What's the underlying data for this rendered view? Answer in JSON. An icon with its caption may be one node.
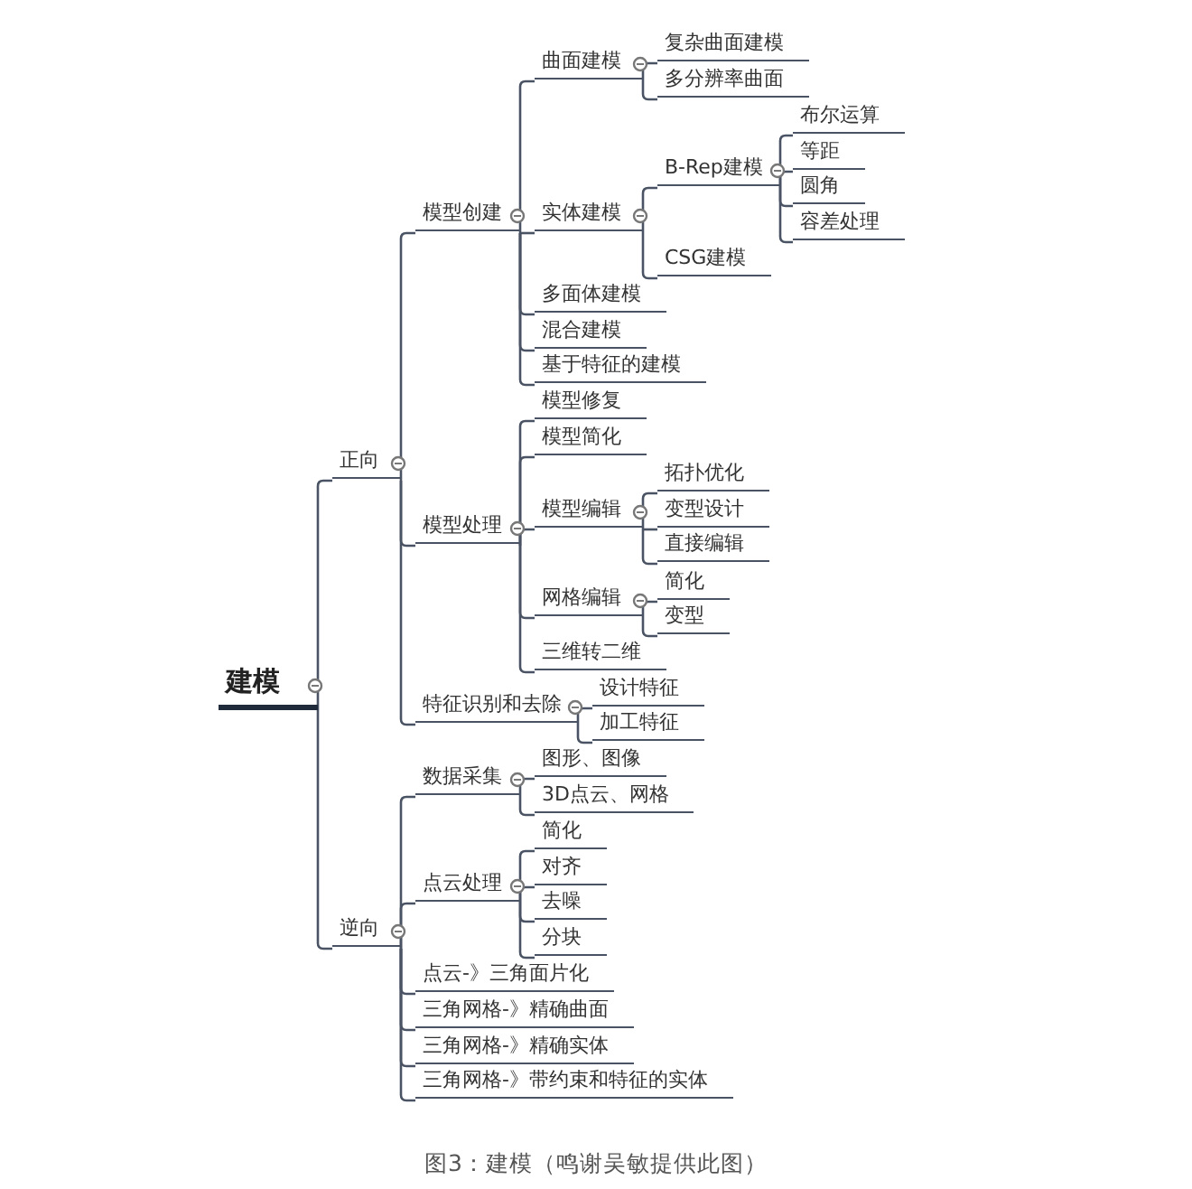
{
  "diagram": {
    "caption": "图3：建模（鸣谢吴敏提供此图）",
    "nodes": [
      {
        "text": [
          "建模"
        ]
      },
      {
        "text": [
          "正向"
        ]
      },
      {
        "text": [
          "模型创建"
        ]
      },
      {
        "text": [
          "曲面建模"
        ]
      },
      {
        "text": [
          "复杂曲面建模"
        ]
      },
      {
        "text": [
          "多分辨率曲面"
        ]
      },
      {
        "text": [
          "实体建模"
        ]
      },
      {
        "text": [
          "B-Rep建模"
        ]
      },
      {
        "text": [
          "布尔运算"
        ]
      },
      {
        "text": [
          "等距"
        ]
      },
      {
        "text": [
          "圆角"
        ]
      },
      {
        "text": [
          "容差处理"
        ]
      },
      {
        "text": [
          "CSG建模"
        ]
      },
      {
        "text": [
          "多面体建模"
        ]
      },
      {
        "text": [
          "混合建模"
        ]
      },
      {
        "text": [
          "基于特征的建模"
        ]
      },
      {
        "text": [
          "模型处理"
        ]
      },
      {
        "text": [
          "模型修复"
        ]
      },
      {
        "text": [
          "模型简化"
        ]
      },
      {
        "text": [
          "模型编辑"
        ]
      },
      {
        "text": [
          "拓扑优化"
        ]
      },
      {
        "text": [
          "变型设计"
        ]
      },
      {
        "text": [
          "直接编辑"
        ]
      },
      {
        "text": [
          "网格编辑"
        ]
      },
      {
        "text": [
          "简化"
        ]
      },
      {
        "text": [
          "变型"
        ]
      },
      {
        "text": [
          "三维转二维"
        ]
      },
      {
        "text": [
          "特征识别和去除"
        ]
      },
      {
        "text": [
          "设计特征"
        ]
      },
      {
        "text": [
          "加工特征"
        ]
      },
      {
        "text": [
          "逆向"
        ]
      },
      {
        "text": [
          "数据采集"
        ]
      },
      {
        "text": [
          "图形、图像"
        ]
      },
      {
        "text": [
          "3D点云、网格"
        ]
      },
      {
        "text": [
          "点云处理"
        ]
      },
      {
        "text": [
          "简化"
        ]
      },
      {
        "text": [
          "对齐"
        ]
      },
      {
        "text": [
          "去噪"
        ]
      },
      {
        "text": [
          "分块"
        ]
      },
      {
        "text": [
          "点云-》三角面片化"
        ]
      },
      {
        "text": [
          "三角网格-》精确曲面"
        ]
      },
      {
        "text": [
          "三角网格-》精确实体"
        ]
      },
      {
        "text": [
          "三角网格-》带约束和特征的实体"
        ]
      }
    ],
    "edges": [
      {
        "from": 0,
        "to": 1,
        "arrow": "none"
      },
      {
        "from": 1,
        "to": 2,
        "arrow": "none"
      },
      {
        "from": 2,
        "to": 3,
        "arrow": "none"
      },
      {
        "from": 3,
        "to": 4,
        "arrow": "none"
      },
      {
        "from": 3,
        "to": 5,
        "arrow": "none"
      },
      {
        "from": 2,
        "to": 6,
        "arrow": "none"
      },
      {
        "from": 6,
        "to": 7,
        "arrow": "none"
      },
      {
        "from": 7,
        "to": 8,
        "arrow": "none"
      },
      {
        "from": 7,
        "to": 9,
        "arrow": "none"
      },
      {
        "from": 7,
        "to": 10,
        "arrow": "none"
      },
      {
        "from": 7,
        "to": 11,
        "arrow": "none"
      },
      {
        "from": 6,
        "to": 12,
        "arrow": "none"
      },
      {
        "from": 2,
        "to": 13,
        "arrow": "none"
      },
      {
        "from": 2,
        "to": 14,
        "arrow": "none"
      },
      {
        "from": 2,
        "to": 15,
        "arrow": "none"
      },
      {
        "from": 1,
        "to": 16,
        "arrow": "none"
      },
      {
        "from": 16,
        "to": 17,
        "arrow": "none"
      },
      {
        "from": 16,
        "to": 18,
        "arrow": "none"
      },
      {
        "from": 16,
        "to": 19,
        "arrow": "none"
      },
      {
        "from": 19,
        "to": 20,
        "arrow": "none"
      },
      {
        "from": 19,
        "to": 21,
        "arrow": "none"
      },
      {
        "from": 19,
        "to": 22,
        "arrow": "none"
      },
      {
        "from": 16,
        "to": 23,
        "arrow": "none"
      },
      {
        "from": 23,
        "to": 24,
        "arrow": "none"
      },
      {
        "from": 23,
        "to": 25,
        "arrow": "none"
      },
      {
        "from": 16,
        "to": 26,
        "arrow": "none"
      },
      {
        "from": 1,
        "to": 27,
        "arrow": "none"
      },
      {
        "from": 27,
        "to": 28,
        "arrow": "none"
      },
      {
        "from": 27,
        "to": 29,
        "arrow": "none"
      },
      {
        "from": 0,
        "to": 30,
        "arrow": "none"
      },
      {
        "from": 30,
        "to": 31,
        "arrow": "none"
      },
      {
        "from": 31,
        "to": 32,
        "arrow": "none"
      },
      {
        "from": 31,
        "to": 33,
        "arrow": "none"
      },
      {
        "from": 30,
        "to": 34,
        "arrow": "none"
      },
      {
        "from": 34,
        "to": 35,
        "arrow": "none"
      },
      {
        "from": 34,
        "to": 36,
        "arrow": "none"
      },
      {
        "from": 34,
        "to": 37,
        "arrow": "none"
      },
      {
        "from": 34,
        "to": 38,
        "arrow": "none"
      },
      {
        "from": 30,
        "to": 39,
        "arrow": "none"
      },
      {
        "from": 30,
        "to": 40,
        "arrow": "none"
      },
      {
        "from": 30,
        "to": 41,
        "arrow": "none"
      },
      {
        "from": 30,
        "to": 42,
        "arrow": "none"
      }
    ]
  }
}
